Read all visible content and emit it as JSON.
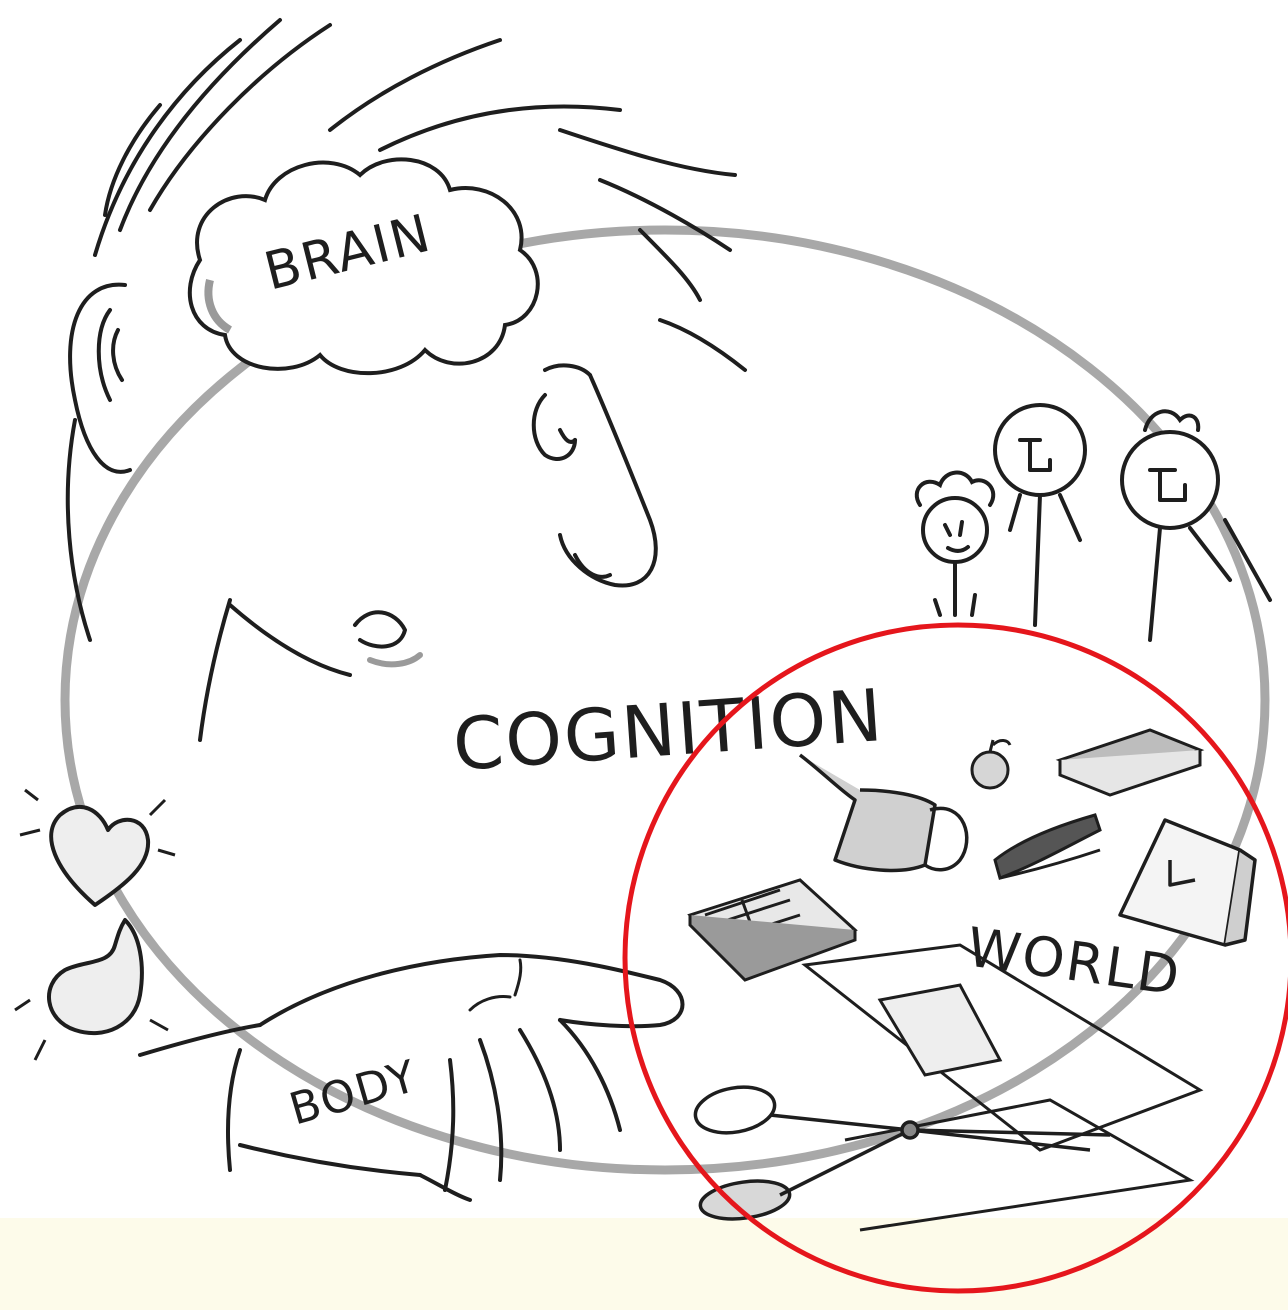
{
  "labels": {
    "brain": "BRAIN",
    "cognition": "COGNITION",
    "body": "BODY",
    "world": "WORLD"
  },
  "colors": {
    "page_background": "#ffffff",
    "footer_band": "#fdfbea",
    "ink": "#1e1e1e",
    "shading": "#9a9a9a",
    "cognition_ring": "#a8a8a8",
    "highlight_ring": "#e5161c"
  },
  "icons": [
    "head-icon",
    "brain-icon",
    "heart-icon",
    "stomach-icon",
    "hand-icon",
    "people-icon",
    "apple-icon",
    "book-icon",
    "pitcher-icon",
    "stapler-icon",
    "clock-icon",
    "notebook-icon",
    "paper-icon",
    "scissors-icon"
  ]
}
